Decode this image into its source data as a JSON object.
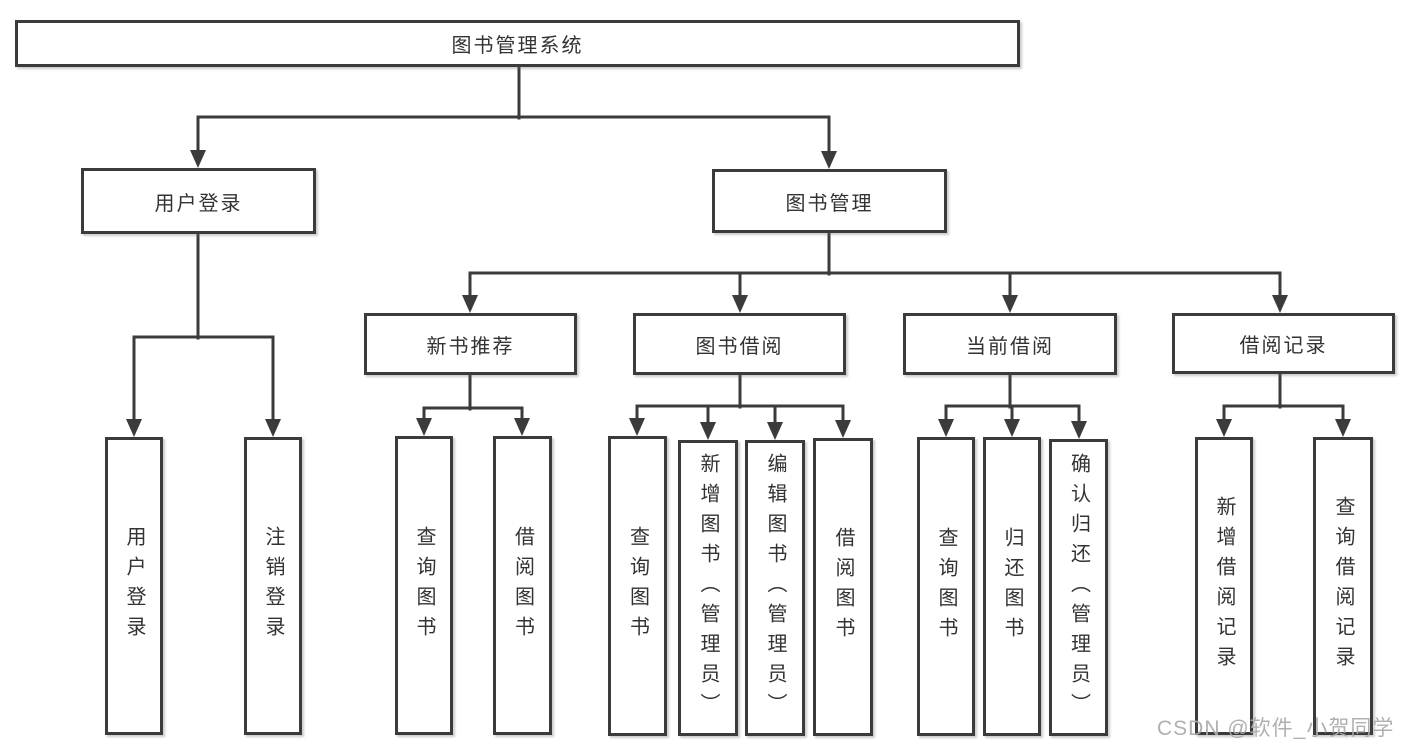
{
  "diagram": {
    "title": "图书管理系统",
    "watermark": "CSDN @软件_小贺同学",
    "colors": {
      "line": "#3b3b3b",
      "box_border": "#3b3b3b",
      "text": "#333333",
      "watermark": "#acacac",
      "background": "#ffffff"
    },
    "nodes": {
      "root": "图书管理系统",
      "user_login": "用户登录",
      "book_management": "图书管理",
      "new_book_recommend": "新书推荐",
      "book_borrow": "图书借阅",
      "current_borrow": "当前借阅",
      "borrow_records": "借阅记录",
      "leaf_user_login": "用户登录",
      "leaf_logout": "注销登录",
      "leaf_nb_query_books": "查询图书",
      "leaf_nb_borrow_books": "借阅图书",
      "leaf_bb_query_books": "查询图书",
      "leaf_bb_add_books": "新增图书（管理员）",
      "leaf_bb_edit_books": "编辑图书（管理员）",
      "leaf_bb_borrow_books": "借阅图书",
      "leaf_cb_query_books": "查询图书",
      "leaf_cb_return_books": "归还图书",
      "leaf_cb_confirm_return": "确认归还（管理员）",
      "leaf_br_add_record": "新增借阅记录",
      "leaf_br_query_record": "查询借阅记录"
    }
  }
}
